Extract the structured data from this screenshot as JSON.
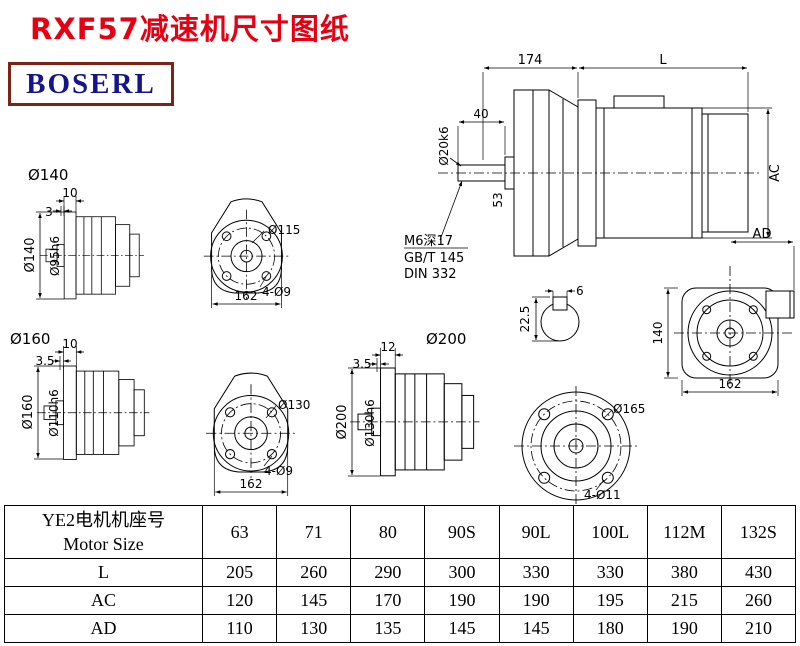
{
  "title": "RXF57减速机尺寸图纸",
  "logo": "BOSERL",
  "drawing": {
    "flange_labels": {
      "f140": "Ø140",
      "f160": "Ø160",
      "f200": "Ø200"
    },
    "view_a": {
      "d1": "10",
      "d2": "3",
      "outer": "Ø140",
      "spigot": "Ø95h6"
    },
    "view_b": {
      "bolt_circle": "Ø115",
      "holes": "4-Ø9",
      "width": "162"
    },
    "view_c": {
      "d1": "10",
      "d2": "3.5",
      "outer": "Ø160",
      "spigot": "Ø110h6"
    },
    "view_d": {
      "bolt_circle": "Ø130",
      "holes": "4-Ø9",
      "width": "162"
    },
    "view_e": {
      "d1": "12",
      "d2": "3.5",
      "outer": "Ø200",
      "spigot": "Ø130h6"
    },
    "view_f": {
      "bolt_circle": "Ø165",
      "holes": "4-Ø11"
    },
    "main_view": {
      "front_len": "174",
      "motor_len": "L",
      "shaft_len": "40",
      "shaft_dia": "Ø20k6",
      "dim_53": "53",
      "motor_dia": "AC",
      "tap_line1": "M6深17",
      "tap_line2": "GB/T 145",
      "tap_line3": "DIN 332",
      "key_w": "6",
      "key_h": "22.5"
    },
    "rear_view": {
      "box_width": "AD",
      "height": "140",
      "width": "162"
    }
  },
  "table": {
    "header_line1": "YE2电机机座号",
    "header_line2": "Motor Size",
    "columns": [
      "63",
      "71",
      "80",
      "90S",
      "90L",
      "100L",
      "112M",
      "132S"
    ],
    "rows": [
      {
        "label": "L",
        "values": [
          "205",
          "260",
          "290",
          "300",
          "330",
          "330",
          "380",
          "430"
        ]
      },
      {
        "label": "AC",
        "values": [
          "120",
          "145",
          "170",
          "190",
          "190",
          "195",
          "215",
          "260"
        ]
      },
      {
        "label": "AD",
        "values": [
          "110",
          "130",
          "135",
          "145",
          "145",
          "180",
          "190",
          "210"
        ]
      }
    ]
  }
}
